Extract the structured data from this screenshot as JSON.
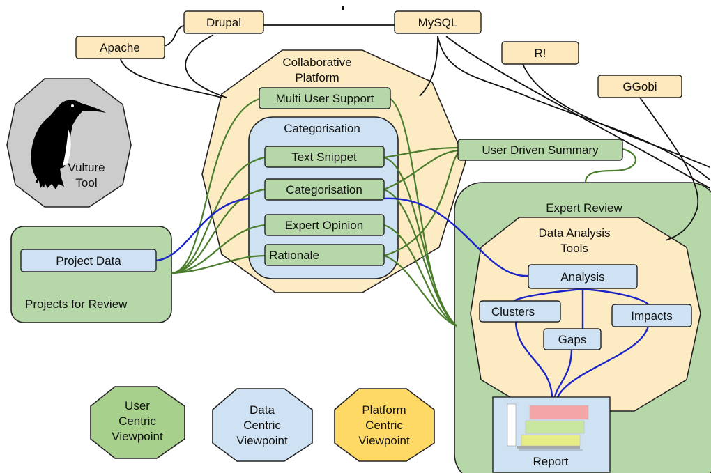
{
  "tech": {
    "apache": "Apache",
    "drupal": "Drupal",
    "mysql": "MySQL",
    "r": "R!",
    "ggobi": "GGobi"
  },
  "vulture": {
    "line1": "Vulture",
    "line2": "Tool"
  },
  "platform": {
    "title_line1": "Collaborative",
    "title_line2": "Platform",
    "multi_user": "Multi User Support"
  },
  "categorisation": {
    "title": "Categorisation",
    "items": [
      "Text Snippet",
      "Categorisation",
      "Expert Opinion",
      "Rationale"
    ]
  },
  "summary": "User Driven Summary",
  "projects": {
    "item": "Project Data",
    "title": "Projects for Review"
  },
  "expert": {
    "title": "Expert Review",
    "tools_line1": "Data Analysis",
    "tools_line2": "Tools",
    "analysis": "Analysis",
    "clusters": "Clusters",
    "gaps": "Gaps",
    "impacts": "Impacts",
    "report": "Report"
  },
  "legend": [
    {
      "line1": "User",
      "line2": "Centric",
      "line3": "Viewpoint",
      "color": "#a8d08d"
    },
    {
      "line1": "Data",
      "line2": "Centric",
      "line3": "Viewpoint",
      "color": "#cfe2f3"
    },
    {
      "line1": "Platform",
      "line2": "Centric",
      "line3": "Viewpoint",
      "color": "#ffd966"
    }
  ],
  "colors": {
    "tech_fill": "#fde9bd",
    "platform_fill": "#fdebc4",
    "green_fill": "#b6d7a8",
    "blue_fill": "#cfe2f3",
    "green_line": "#4a7d2c",
    "blue_line": "#1a24c8"
  },
  "icons": [
    "vulture-bird-icon",
    "report-thumbnail-icon"
  ]
}
